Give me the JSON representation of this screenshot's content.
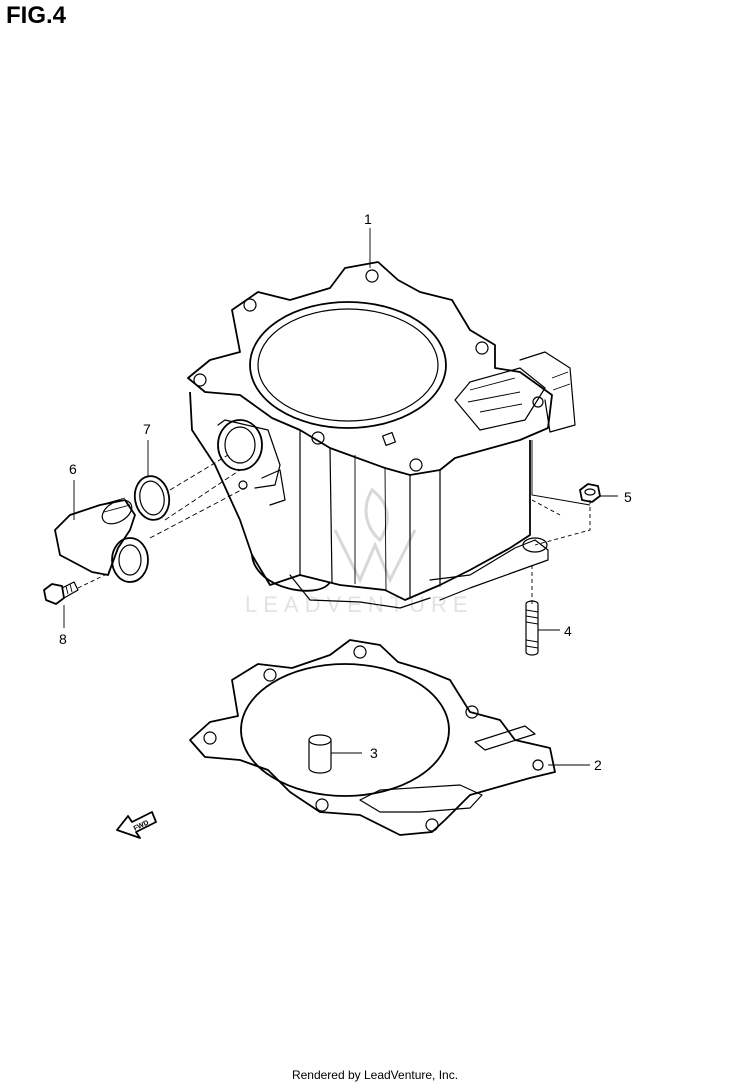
{
  "figure": {
    "title": "FIG.4",
    "footer": "Rendered by LeadVenture, Inc.",
    "watermark": "LEADVENTURE",
    "fwd_label": "FWD"
  },
  "callouts": [
    {
      "number": "1",
      "part": "cylinder"
    },
    {
      "number": "2",
      "part": "cylinder-gasket"
    },
    {
      "number": "3",
      "part": "dowel-pin"
    },
    {
      "number": "4",
      "part": "stud-bolt"
    },
    {
      "number": "5",
      "part": "nut"
    },
    {
      "number": "6",
      "part": "water-inlet-pipe"
    },
    {
      "number": "7",
      "part": "o-ring"
    },
    {
      "number": "8",
      "part": "bolt"
    }
  ]
}
